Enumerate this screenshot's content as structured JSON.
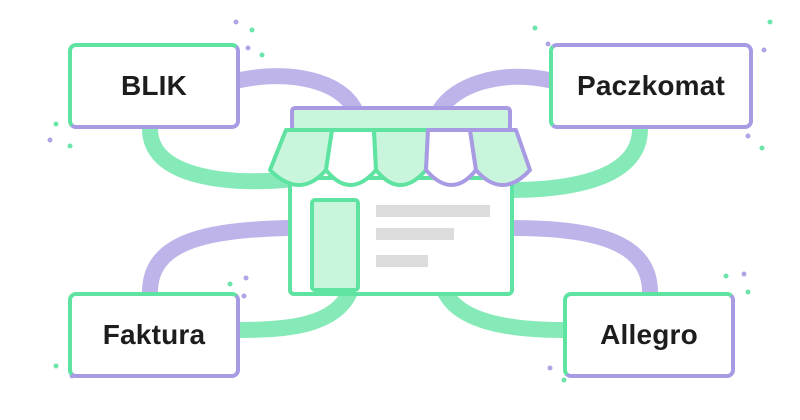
{
  "nodes": {
    "blik": "BLIK",
    "paczkomat": "Paczkomat",
    "faktura": "Faktura",
    "allegro": "Allegro"
  },
  "icons": {
    "center": "shop-storefront-icon"
  },
  "colors": {
    "green": "#5ee3a1",
    "purple": "#a99be3",
    "green_fill": "#c9f5dd",
    "gray_line": "#dcdcdc",
    "text": "#1d1d1d"
  }
}
